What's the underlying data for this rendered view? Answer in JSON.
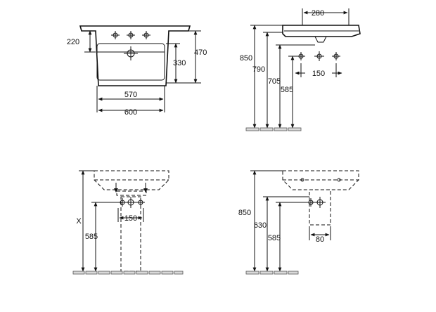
{
  "views": {
    "top": {
      "dims": {
        "d220": "220",
        "d470": "470",
        "d330": "330",
        "d570": "570",
        "d600": "600"
      }
    },
    "side": {
      "dims": {
        "d280": "280",
        "d850": "850",
        "d790": "790",
        "d705": "705",
        "d585": "585",
        "d150": "150"
      }
    },
    "front_pedestal": {
      "dims": {
        "dX": "X",
        "d585": "585",
        "d150": "150"
      }
    },
    "side_siphon": {
      "dims": {
        "d850": "850",
        "d630": "630",
        "d585": "585",
        "d80": "80"
      }
    }
  },
  "colors": {
    "line": "#111111",
    "floor": "#d9d9d9"
  }
}
